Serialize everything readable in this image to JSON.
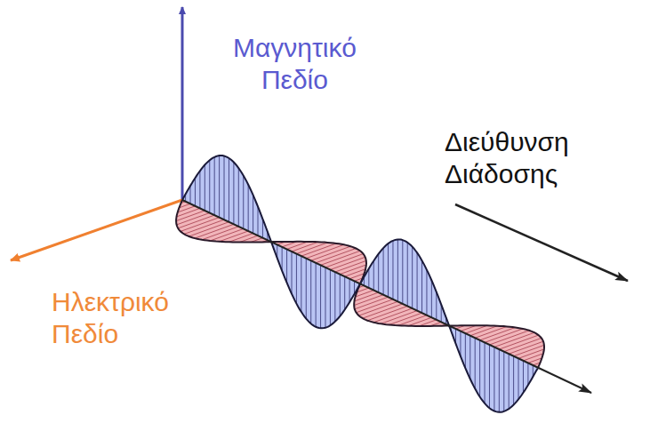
{
  "diagram": {
    "labels": [
      "Μαγνητικό Πεδίο",
      "Διεύθυνση Διάδοσης",
      "Ηλεκτρικό Πεδίο"
    ]
  }
}
